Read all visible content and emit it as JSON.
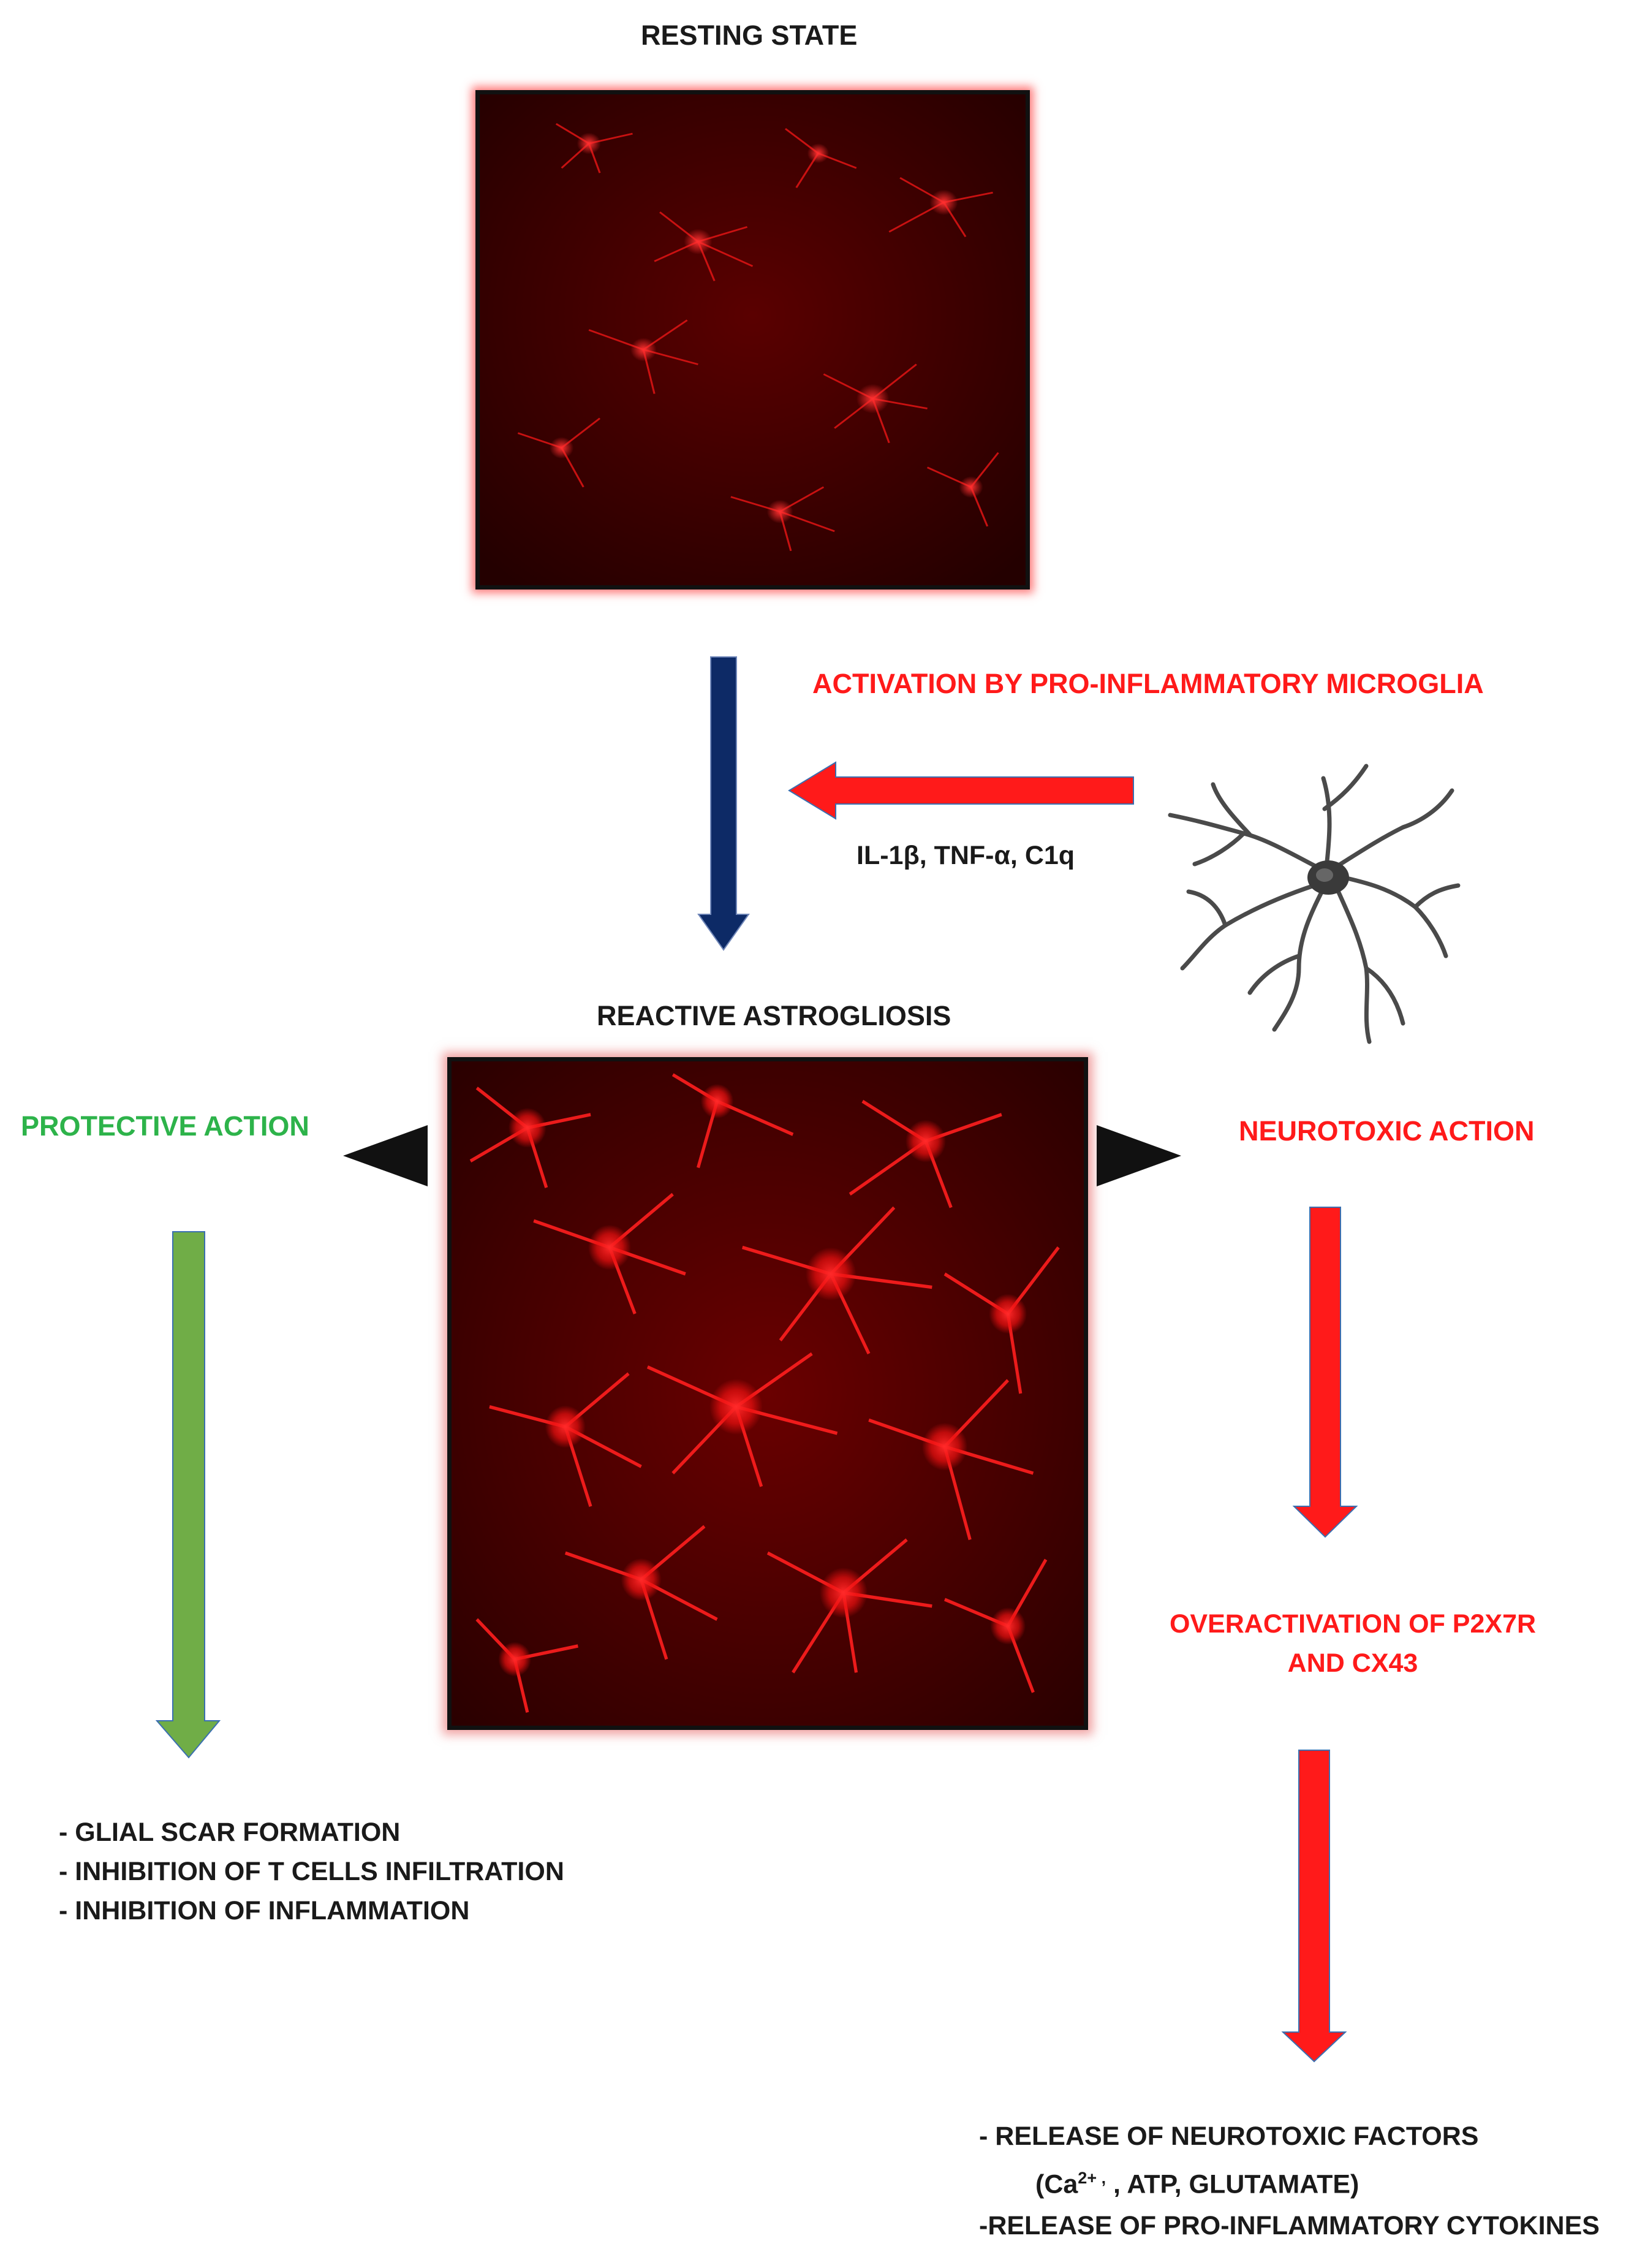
{
  "labels": {
    "resting_state": "RESTING STATE",
    "activation": "ACTIVATION BY PRO-INFLAMMATORY MICROGLIA",
    "cytokines_in": "IL-1β, TNF-α, C1q",
    "reactive": "REACTIVE ASTROGLIOSIS",
    "protective": "PROTECTIVE  ACTION",
    "neurotoxic": "NEUROTOXIC  ACTION",
    "overactivation_l1": "OVERACTIVATION OF P2X7R",
    "overactivation_l2": "AND CX43"
  },
  "protective_effects": [
    "-  GLIAL SCAR FORMATION",
    "-  INHIBITION OF T CELLS INFILTRATION",
    "-  INHIBITION OF INFLAMMATION"
  ],
  "neurotoxic_effects": {
    "line1": "-  RELEASE OF NEUROTOXIC FACTORS",
    "line2_prefix": "(Ca",
    "line2_sup": "2+ ,",
    "line2_suffix": " , ATP, GLUTAMATE)",
    "line3": "-RELEASE OF PRO-INFLAMMATORY CYTOKINES"
  },
  "colors": {
    "navy_arrow": "#0d2a66",
    "red_arrow": "#ff1a1a",
    "green_arrow": "#70ad47",
    "pointer": "#111111"
  }
}
